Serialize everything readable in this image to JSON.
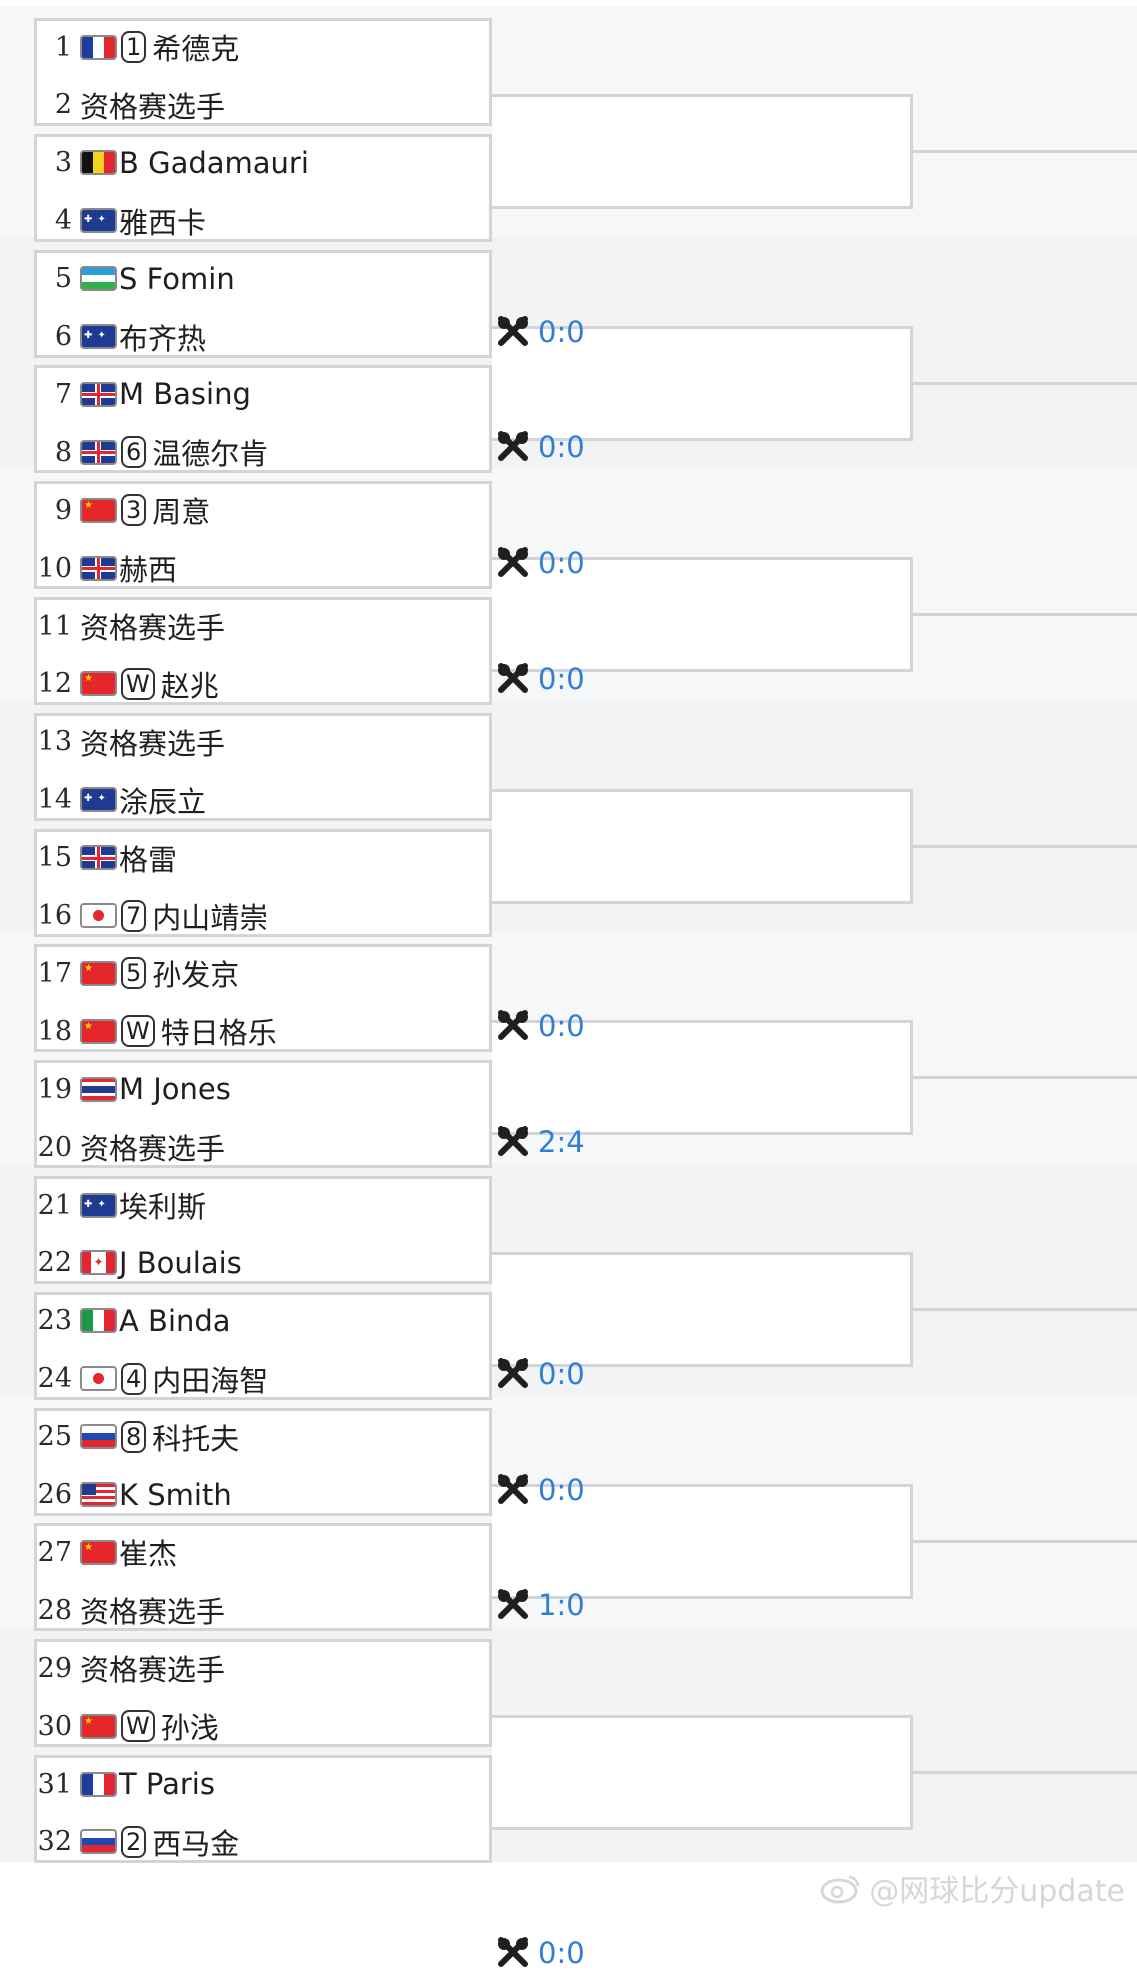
{
  "bracket": {
    "players": [
      {
        "no": "1",
        "flag": "fr",
        "seed": "1",
        "name": "希德克"
      },
      {
        "no": "2",
        "flag": "",
        "seed": "",
        "name": "资格赛选手"
      },
      {
        "no": "3",
        "flag": "be",
        "seed": "",
        "name": "B Gadamauri"
      },
      {
        "no": "4",
        "flag": "au",
        "seed": "",
        "name": "雅西卡"
      },
      {
        "no": "5",
        "flag": "uz",
        "seed": "",
        "name": "S Fomin"
      },
      {
        "no": "6",
        "flag": "au",
        "seed": "",
        "name": "布齐热"
      },
      {
        "no": "7",
        "flag": "gb",
        "seed": "",
        "name": "M Basing"
      },
      {
        "no": "8",
        "flag": "gb",
        "seed": "6",
        "name": "温德尔肯"
      },
      {
        "no": "9",
        "flag": "cn",
        "seed": "3",
        "name": "周意"
      },
      {
        "no": "10",
        "flag": "gb",
        "seed": "",
        "name": "赫西"
      },
      {
        "no": "11",
        "flag": "",
        "seed": "",
        "name": "资格赛选手"
      },
      {
        "no": "12",
        "flag": "cn",
        "seed": "W",
        "name": "赵兆"
      },
      {
        "no": "13",
        "flag": "",
        "seed": "",
        "name": "资格赛选手"
      },
      {
        "no": "14",
        "flag": "au",
        "seed": "",
        "name": "涂辰立"
      },
      {
        "no": "15",
        "flag": "gb",
        "seed": "",
        "name": "格雷"
      },
      {
        "no": "16",
        "flag": "jp",
        "seed": "7",
        "name": "内山靖崇"
      },
      {
        "no": "17",
        "flag": "cn",
        "seed": "5",
        "name": "孙发京"
      },
      {
        "no": "18",
        "flag": "cn",
        "seed": "W",
        "name": "特日格乐"
      },
      {
        "no": "19",
        "flag": "th",
        "seed": "",
        "name": "M Jones"
      },
      {
        "no": "20",
        "flag": "",
        "seed": "",
        "name": "资格赛选手"
      },
      {
        "no": "21",
        "flag": "au",
        "seed": "",
        "name": "埃利斯"
      },
      {
        "no": "22",
        "flag": "ca",
        "seed": "",
        "name": "J Boulais"
      },
      {
        "no": "23",
        "flag": "it",
        "seed": "",
        "name": "A Binda"
      },
      {
        "no": "24",
        "flag": "jp",
        "seed": "4",
        "name": "内田海智"
      },
      {
        "no": "25",
        "flag": "ru",
        "seed": "8",
        "name": "科托夫"
      },
      {
        "no": "26",
        "flag": "us",
        "seed": "",
        "name": "K Smith"
      },
      {
        "no": "27",
        "flag": "cn",
        "seed": "",
        "name": "崔杰"
      },
      {
        "no": "28",
        "flag": "",
        "seed": "",
        "name": "资格赛选手"
      },
      {
        "no": "29",
        "flag": "",
        "seed": "",
        "name": "资格赛选手"
      },
      {
        "no": "30",
        "flag": "cn",
        "seed": "W",
        "name": "孙浅"
      },
      {
        "no": "31",
        "flag": "fr",
        "seed": "",
        "name": "T Paris"
      },
      {
        "no": "32",
        "flag": "ru",
        "seed": "2",
        "name": "西马金"
      }
    ],
    "scores": [
      {
        "pair": 2,
        "text": "0:0"
      },
      {
        "pair": 3,
        "text": "0:0"
      },
      {
        "pair": 4,
        "text": "0:0"
      },
      {
        "pair": 5,
        "text": "0:0"
      },
      {
        "pair": 8,
        "text": "0:0"
      },
      {
        "pair": 9,
        "text": "2:4"
      },
      {
        "pair": 11,
        "text": "0:0"
      },
      {
        "pair": 12,
        "text": "0:0"
      },
      {
        "pair": 13,
        "text": "1:0"
      },
      {
        "pair": 16,
        "text": "0:0"
      }
    ]
  },
  "watermark": {
    "text": "@网球比分update"
  },
  "colors": {
    "score": "#2f7fd6",
    "line": "#d2d4d8",
    "band": "#f2f3f5"
  }
}
